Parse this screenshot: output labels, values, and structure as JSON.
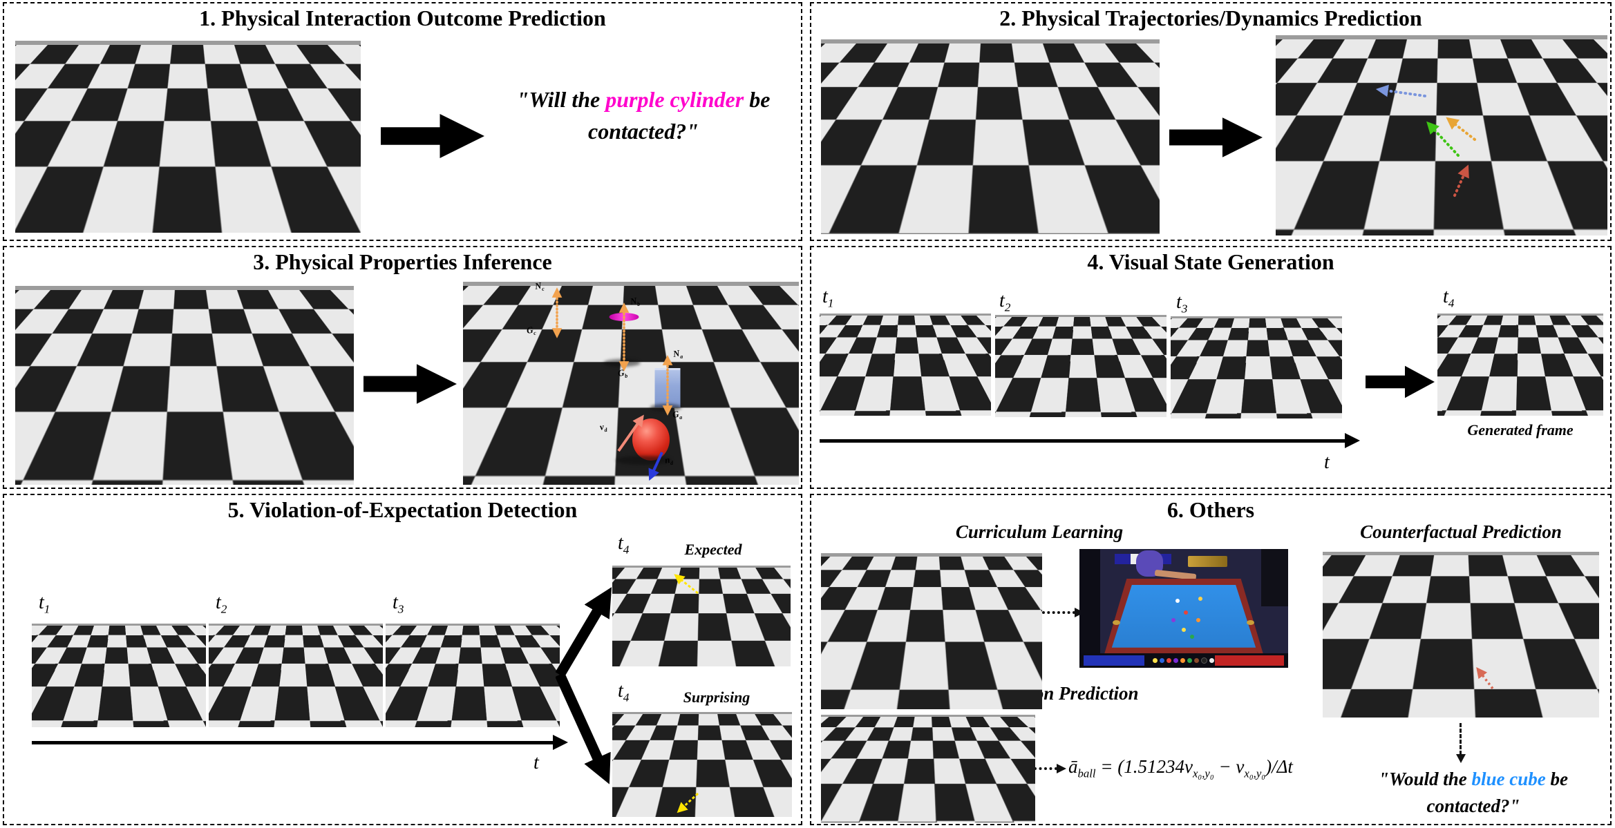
{
  "figure": {
    "panel1": {
      "title": "1. Physical Interaction Outcome Prediction",
      "question": {
        "prefix": "\"Will the ",
        "highlight": "purple cylinder",
        "suffix": " be contacted?\""
      }
    },
    "panel2": {
      "title": "2. Physical Trajectories/Dynamics Prediction"
    },
    "panel3": {
      "title": "3. Physical Properties Inference",
      "force_labels": {
        "cone_normal": {
          "base": "N",
          "sub": "c"
        },
        "cone_gravity": {
          "base": "G",
          "sub": "c"
        },
        "cylinder_normal": {
          "base": "N",
          "sub": "b"
        },
        "cylinder_gravity": {
          "base": "G",
          "sub": "b"
        },
        "cube_normal": {
          "base": "N",
          "sub": "a"
        },
        "cube_gravity": {
          "base": "G",
          "sub": "a"
        },
        "ball_velocity": {
          "base": "v",
          "sub": "d"
        },
        "ball_friction": {
          "base": "n",
          "sub": "d"
        }
      }
    },
    "panel4": {
      "title": "4. Visual State Generation",
      "frames": {
        "t1": {
          "base": "t",
          "sub": "1"
        },
        "t2": {
          "base": "t",
          "sub": "2"
        },
        "t3": {
          "base": "t",
          "sub": "3"
        },
        "t4": {
          "base": "t",
          "sub": "4"
        }
      },
      "time_axis": "t",
      "caption": "Generated frame"
    },
    "panel5": {
      "title": "5. Violation-of-Expectation Detection",
      "frames": {
        "t1": {
          "base": "t",
          "sub": "1"
        },
        "t2": {
          "base": "t",
          "sub": "2"
        },
        "t3": {
          "base": "t",
          "sub": "3"
        },
        "t4": {
          "base": "t",
          "sub": "4"
        }
      },
      "time_axis": "t",
      "expected": "Expected",
      "surprising": "Surprising"
    },
    "panel6": {
      "title": "6. Others",
      "curriculum_label": "Curriculum Learning",
      "counterfactual_label": "Counterfactual Prediction",
      "equation_label": "Physical Equation Prediction",
      "equation": {
        "lhs_base": "ā",
        "lhs_sub": "ball",
        "part1": " = (1.51234ν",
        "sub1": "x₀,y₀",
        "part2": " − ν",
        "sub2": "x₀,y₀",
        "part3": ")/Δt"
      },
      "question": {
        "prefix": "\"Would the ",
        "highlight": "blue cube",
        "suffix": " be contacted?\""
      }
    },
    "colors": {
      "magenta_highlight": "#ff00cc",
      "blue_highlight": "#1e90ff"
    }
  }
}
